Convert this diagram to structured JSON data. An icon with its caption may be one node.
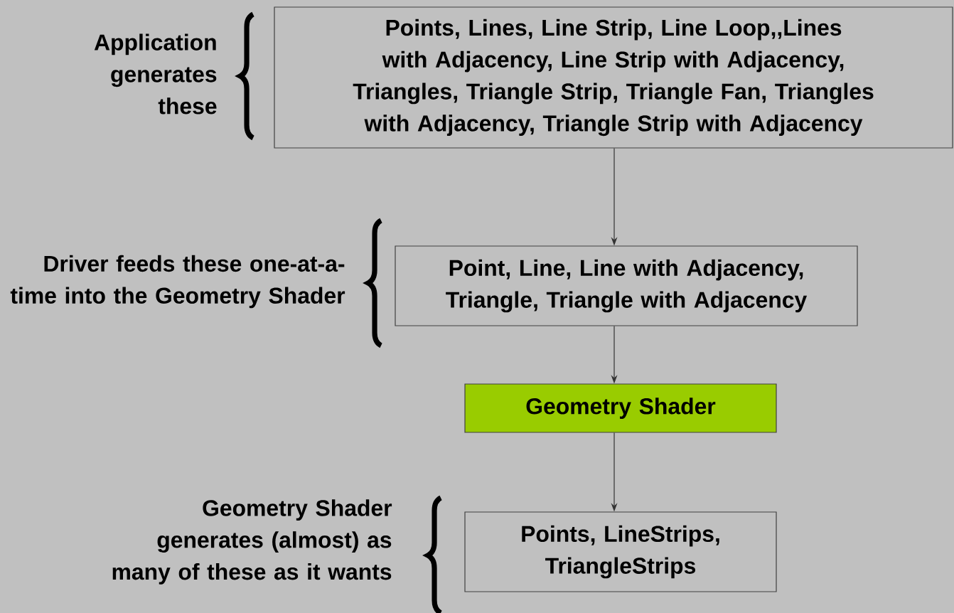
{
  "diagram": {
    "nodes": [
      {
        "text": [
          "Points, Lines, Line Strip, Line Loop,,Lines with Adjacency, Line Strip with Adjacency, Triangles, Triangle Strip, Triangle Fan, Triangles with Adjacency, Triangle Strip with Adjacency"
        ],
        "beside": [
          "Application generates these"
        ]
      },
      {
        "text": [
          "Point, Line, Line with Adjacency, Triangle, Triangle with Adjacency"
        ],
        "beside": [
          "Driver feeds these one-at-a-time into the Geometry Shader"
        ]
      },
      {
        "text": [
          "Geometry Shader"
        ]
      },
      {
        "text": [
          "Points, LineStrips, TriangleStrips"
        ],
        "beside": [
          "Geometry Shader generates (almost) as many of these as it wants"
        ]
      }
    ],
    "edges": [
      {
        "from": 0,
        "to": 1,
        "arrow": "to"
      },
      {
        "from": 1,
        "to": 2,
        "arrow": "to"
      },
      {
        "from": 2,
        "to": 3,
        "arrow": "to"
      }
    ]
  }
}
